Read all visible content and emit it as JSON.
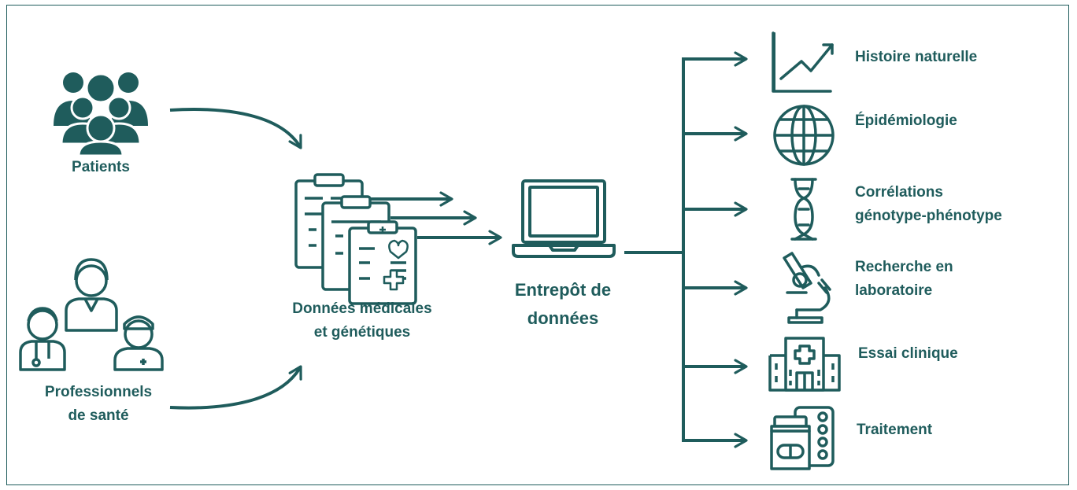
{
  "colors": {
    "primary": "#1f5c5c",
    "background": "#ffffff"
  },
  "sources": {
    "patients": {
      "label": "Patients",
      "icon": "patients-group-icon"
    },
    "professionals": {
      "label_line1": "Professionnels",
      "label_line2": "de santé",
      "icon": "health-professionals-icon"
    }
  },
  "records": {
    "label_line1": "Données médicales",
    "label_line2": "et génétiques",
    "icon": "medical-records-icon"
  },
  "warehouse": {
    "label_line1": "Entrepôt de",
    "label_line2": "données",
    "icon": "laptop-icon"
  },
  "outputs": [
    {
      "label_line1": "Histoire naturelle",
      "label_line2": "",
      "icon": "line-chart-icon"
    },
    {
      "label_line1": "Épidémiologie",
      "label_line2": "",
      "icon": "globe-icon"
    },
    {
      "label_line1": "Corrélations",
      "label_line2": "génotype-phénotype",
      "icon": "dna-icon"
    },
    {
      "label_line1": "Recherche en",
      "label_line2": "laboratoire",
      "icon": "microscope-icon"
    },
    {
      "label_line1": "Essai clinique",
      "label_line2": "",
      "icon": "hospital-icon"
    },
    {
      "label_line1": "Traitement",
      "label_line2": "",
      "icon": "medication-icon"
    }
  ]
}
